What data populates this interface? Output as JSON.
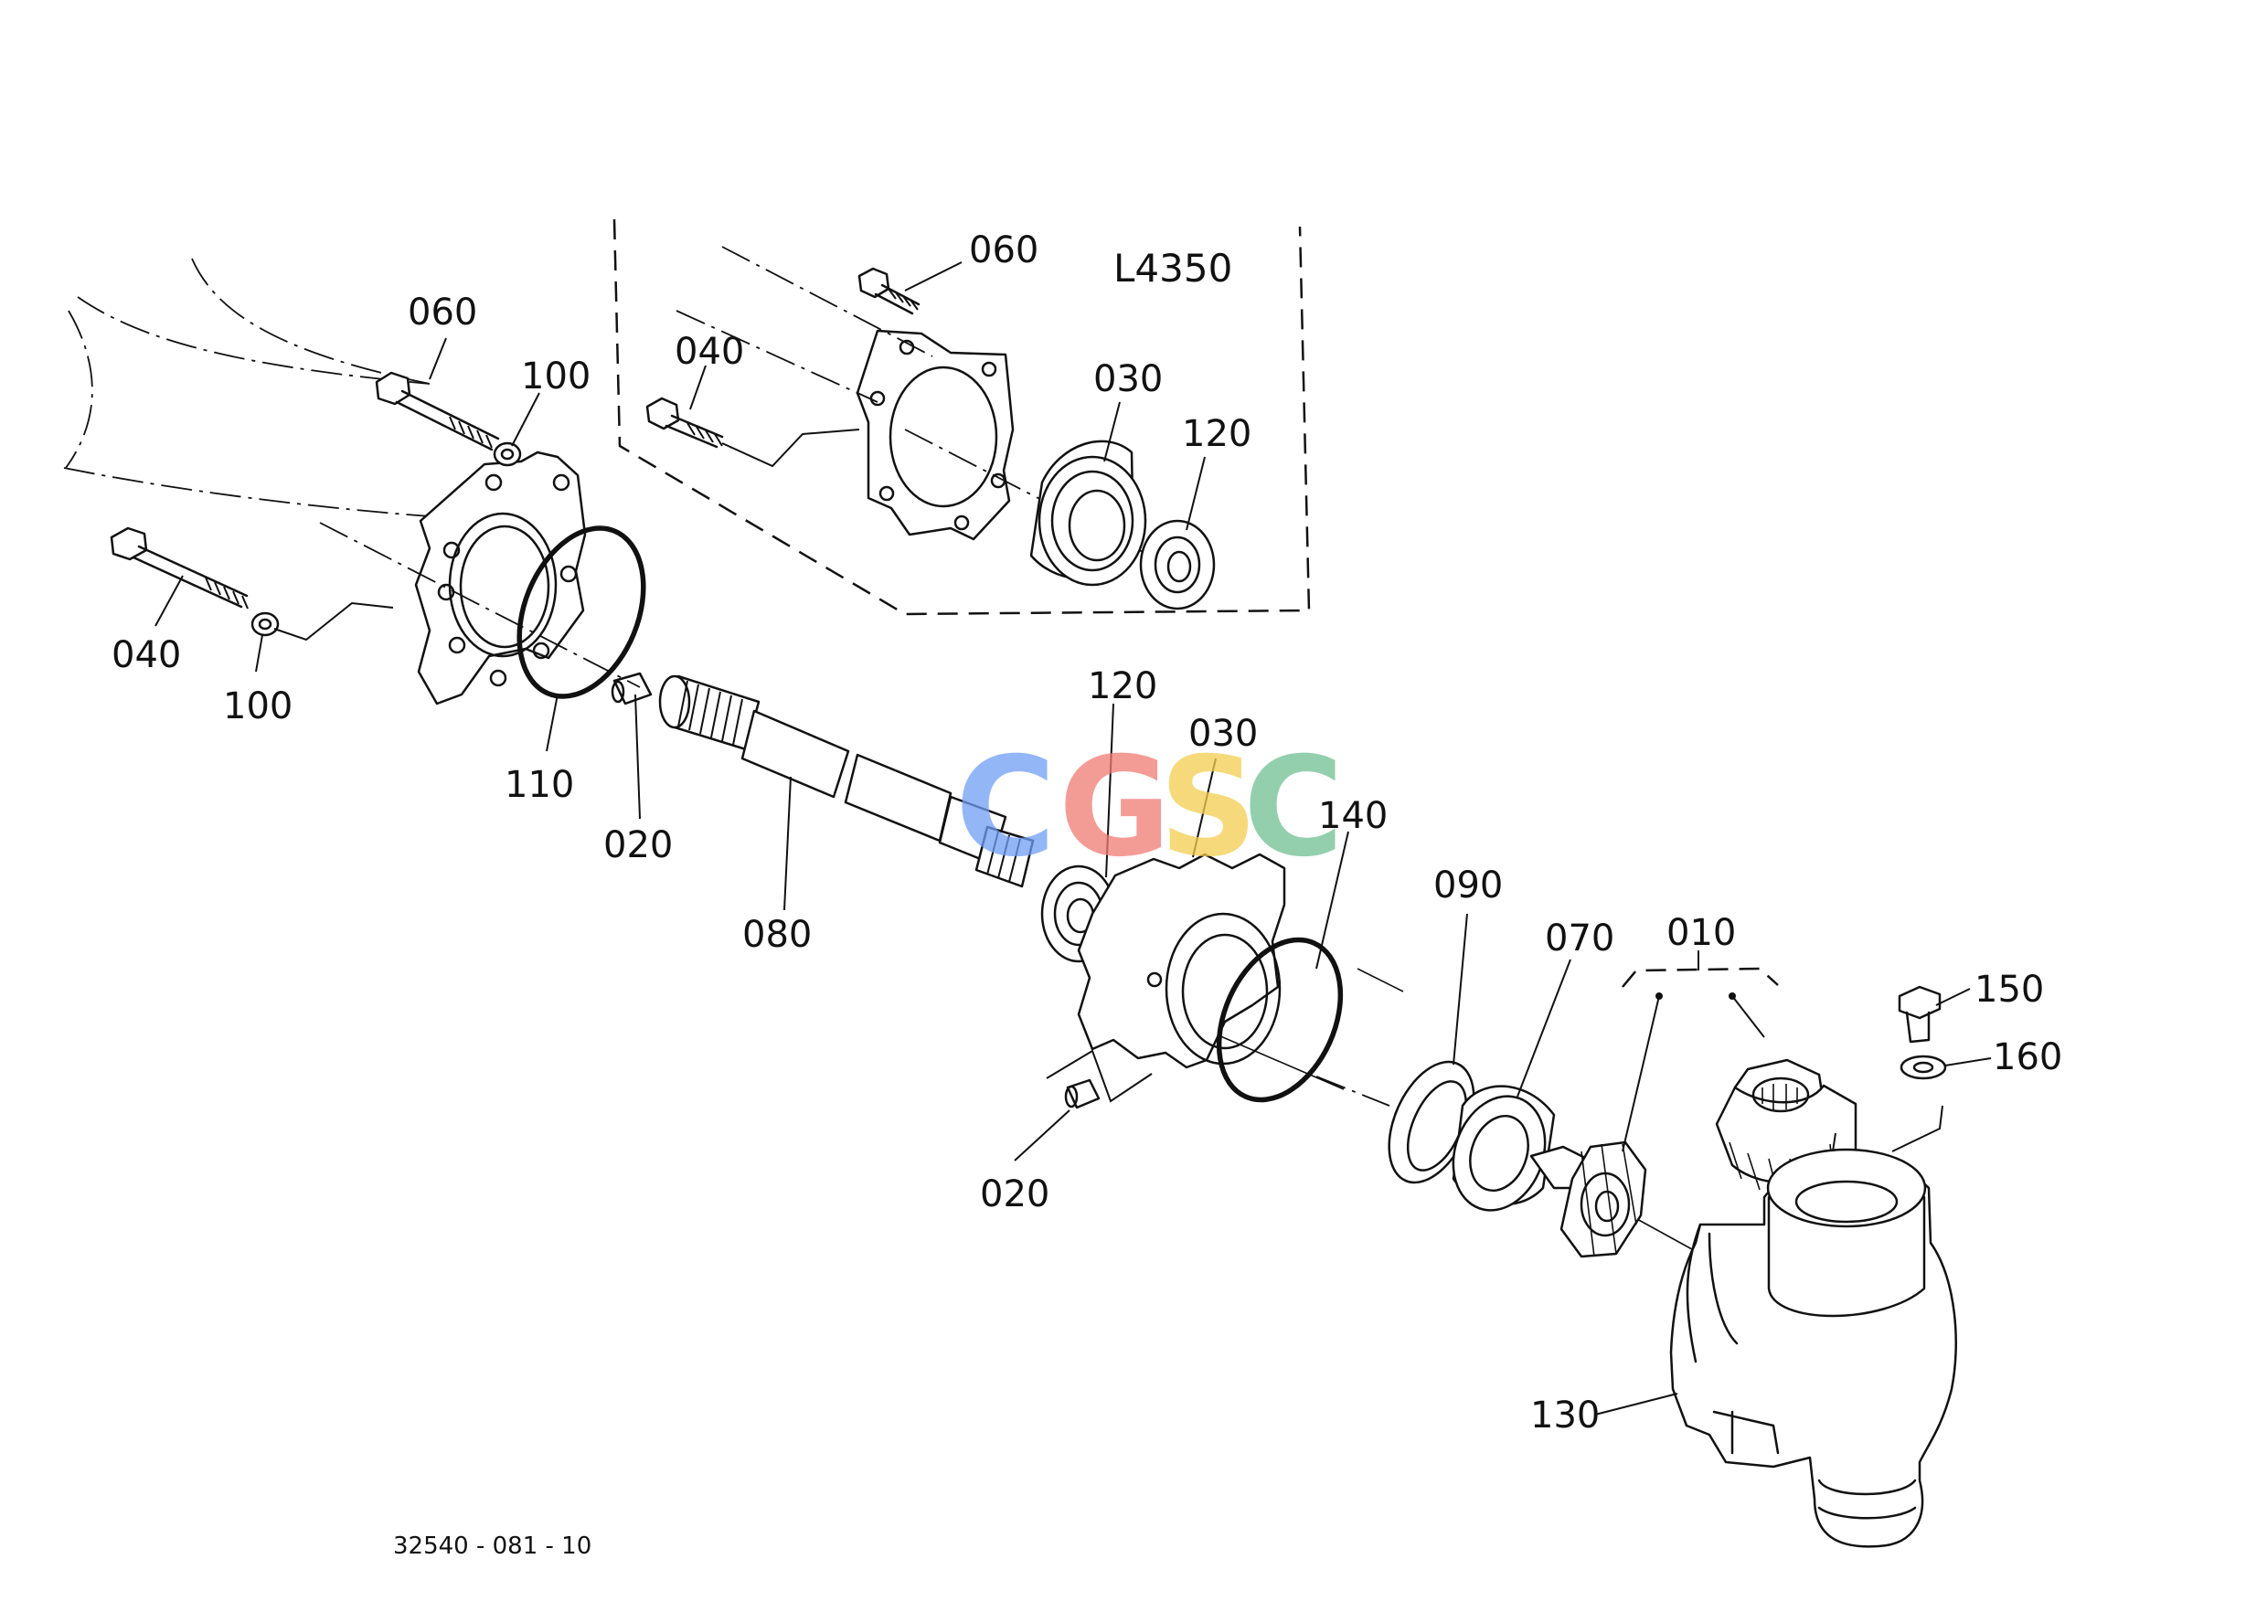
{
  "model_label": "L4350",
  "drawing_number": "32540 - 081 - 10",
  "watermark": {
    "letters": [
      "C",
      "G",
      "S",
      "C"
    ],
    "colors": [
      "#6f9ef5",
      "#f07b73",
      "#f4cd4f",
      "#6fbf91"
    ]
  },
  "callouts": {
    "c060_top": "060",
    "c040_top": "040",
    "c030_top": "030",
    "c120_top": "120",
    "c060": "060",
    "c100_a": "100",
    "c040": "040",
    "c100_b": "100",
    "c110": "110",
    "c020_a": "020",
    "c080": "080",
    "c120": "120",
    "c030": "030",
    "c140": "140",
    "c020_b": "020",
    "c090": "090",
    "c070": "070",
    "c010": "010",
    "c150": "150",
    "c160": "160",
    "c130": "130"
  }
}
